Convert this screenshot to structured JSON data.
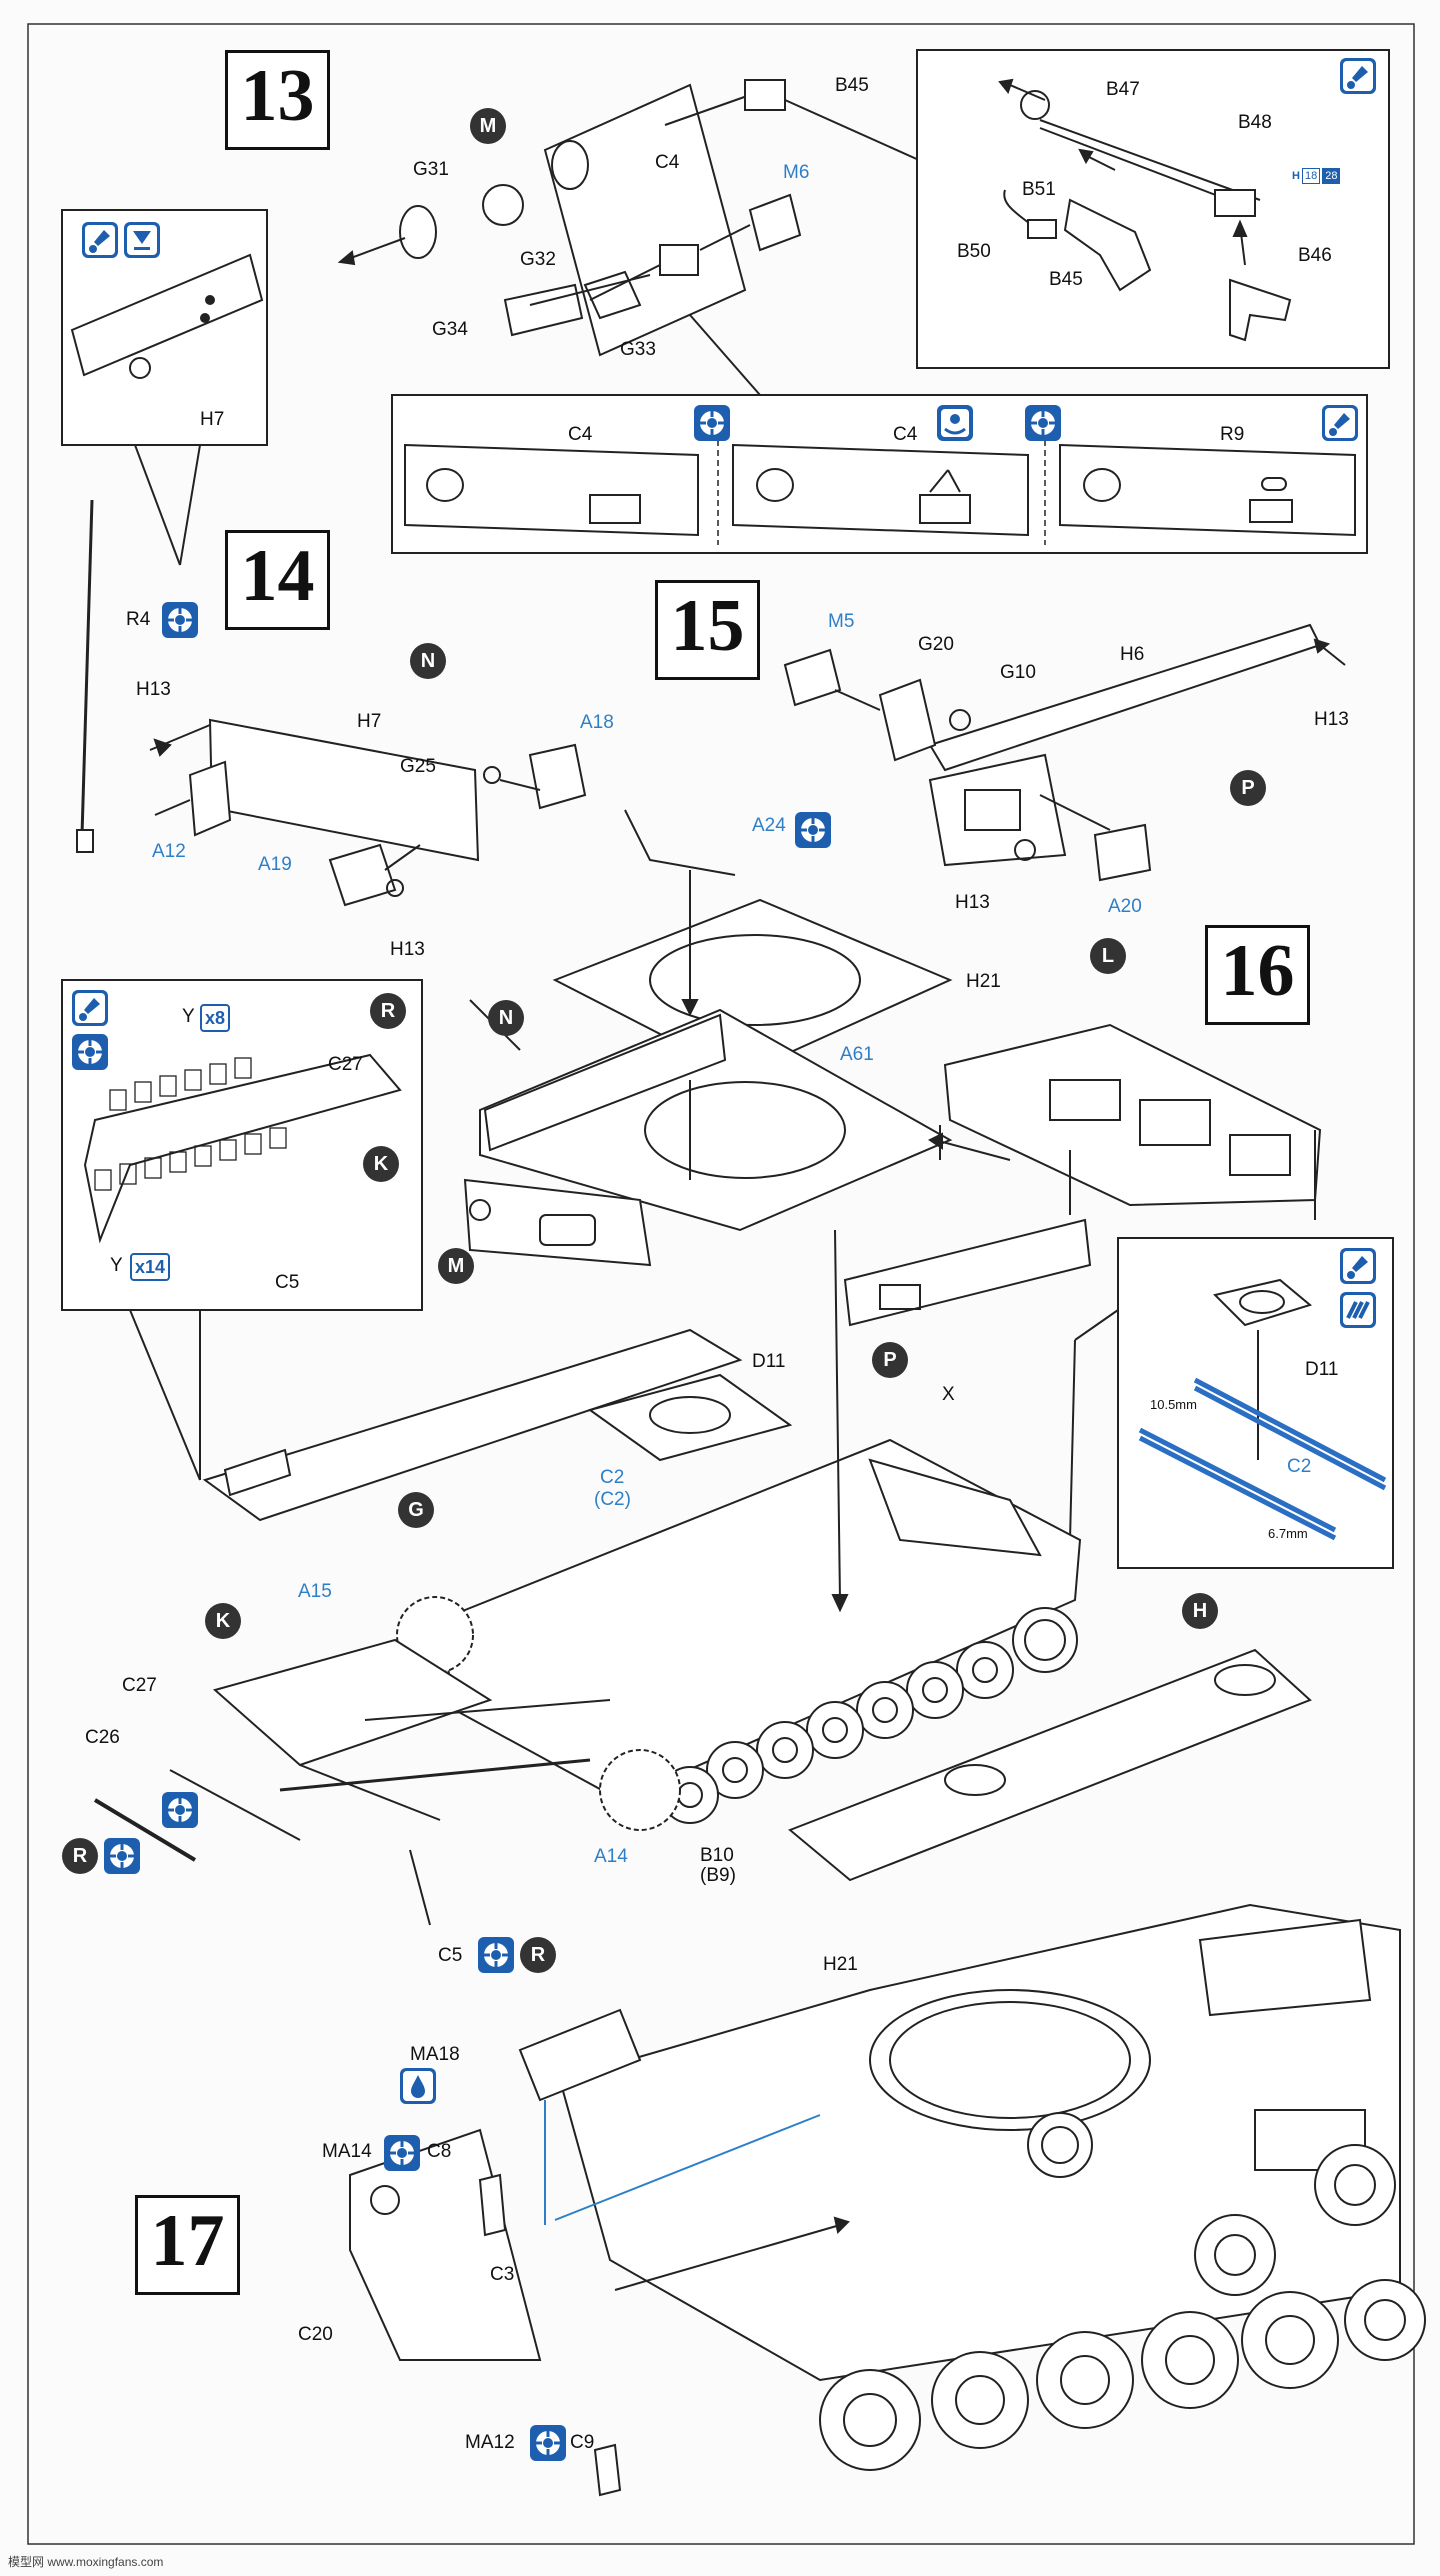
{
  "steps": [
    "13",
    "14",
    "15",
    "16",
    "17"
  ],
  "markers": {
    "m1": "M",
    "n1": "N",
    "p1": "P",
    "l1": "L",
    "r1": "R",
    "k1": "K",
    "n2": "N",
    "m2": "M",
    "p2": "P",
    "g1": "G",
    "k2": "K",
    "h1": "H",
    "r2": "R",
    "r3": "R"
  },
  "labels": {
    "b45a": "B45",
    "c4a": "C4",
    "m6": "M6",
    "g31": "G31",
    "g32": "G32",
    "g34": "G34",
    "g33": "G33",
    "h7a": "H7",
    "b47": "B47",
    "b48": "B48",
    "b51": "B51",
    "b50": "B50",
    "b45b": "B45",
    "b46": "B46",
    "c4b": "C4",
    "c4c": "C4",
    "r9": "R9",
    "r4": "R4",
    "h13a": "H13",
    "h7b": "H7",
    "g25": "G25",
    "a18": "A18",
    "a12": "A12",
    "a19": "A19",
    "h13b": "H13",
    "m5": "M5",
    "g20": "G20",
    "g10": "G10",
    "h6": "H6",
    "h13c": "H13",
    "h13d": "H13",
    "a20": "A20",
    "a24": "A24",
    "h21a": "H21",
    "a61": "A61",
    "y1": "Y",
    "c27a": "C27",
    "y2": "Y",
    "c5a": "C5",
    "d11a": "D11",
    "c2a": "C2",
    "c2b": "(C2)",
    "x": "X",
    "d11b": "D11",
    "c2c": "C2",
    "mm105": "10.5mm",
    "mm67": "6.7mm",
    "a15": "A15",
    "c27b": "C27",
    "c26": "C26",
    "a14": "A14",
    "b10": "B10",
    "b9": "(B9)",
    "c5b": "C5",
    "h21b": "H21",
    "ma18": "MA18",
    "ma14": "MA14",
    "c8": "C8",
    "c3": "C3",
    "c20": "C20",
    "ma12": "MA12",
    "c9": "C9"
  },
  "quantities": {
    "q1": "x8",
    "q2": "x14"
  },
  "hchip": {
    "h": "H",
    "n1": "18",
    "n2": "28"
  },
  "footer": "模型网 www.moxingfans.com",
  "icons": [
    "paint-icon",
    "cement-icon",
    "option-icon",
    "choose-icon",
    "decal-icon",
    "metal-icon"
  ]
}
